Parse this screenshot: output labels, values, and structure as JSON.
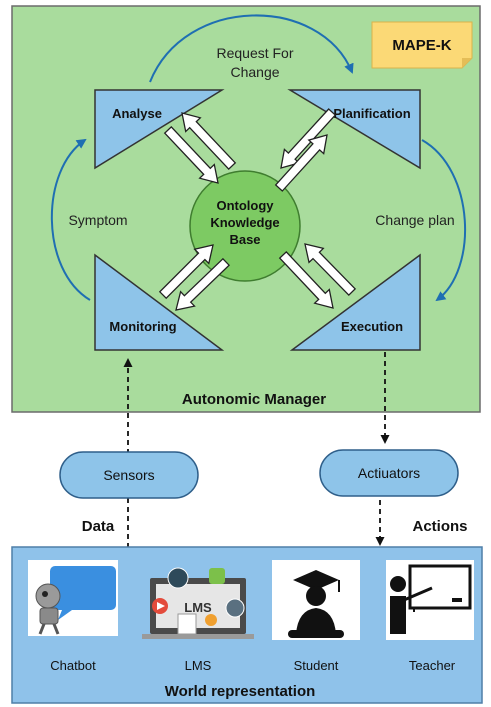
{
  "badge": {
    "text": "MAPE-K"
  },
  "manager": {
    "title": "Autonomic Manager"
  },
  "phases": {
    "analyse": "Analyse",
    "planification": "Planification",
    "monitoring": "Monitoring",
    "execution": "Execution"
  },
  "knowledge": {
    "line1": "Ontology",
    "line2": "Knowledge",
    "line3": "Base"
  },
  "flows": {
    "request_line1": "Request For",
    "request_line2": "Change",
    "symptom": "Symptom",
    "change_plan": "Change plan"
  },
  "io": {
    "sensors": "Sensors",
    "actuators": "Actiuators",
    "data": "Data",
    "actions": "Actions"
  },
  "world": {
    "title": "World representation",
    "items": [
      "Chatbot",
      "LMS",
      "Student",
      "Teacher"
    ],
    "lms_screen": "LMS"
  },
  "colors": {
    "manager_bg": "#a9dc9d",
    "phase_fill": "#8ec4e9",
    "knowledge_fill": "#7dca63",
    "badge_fill": "#fbd976",
    "world_bg": "#8fc2ea",
    "cycle_arrow": "#1f6fb2"
  }
}
